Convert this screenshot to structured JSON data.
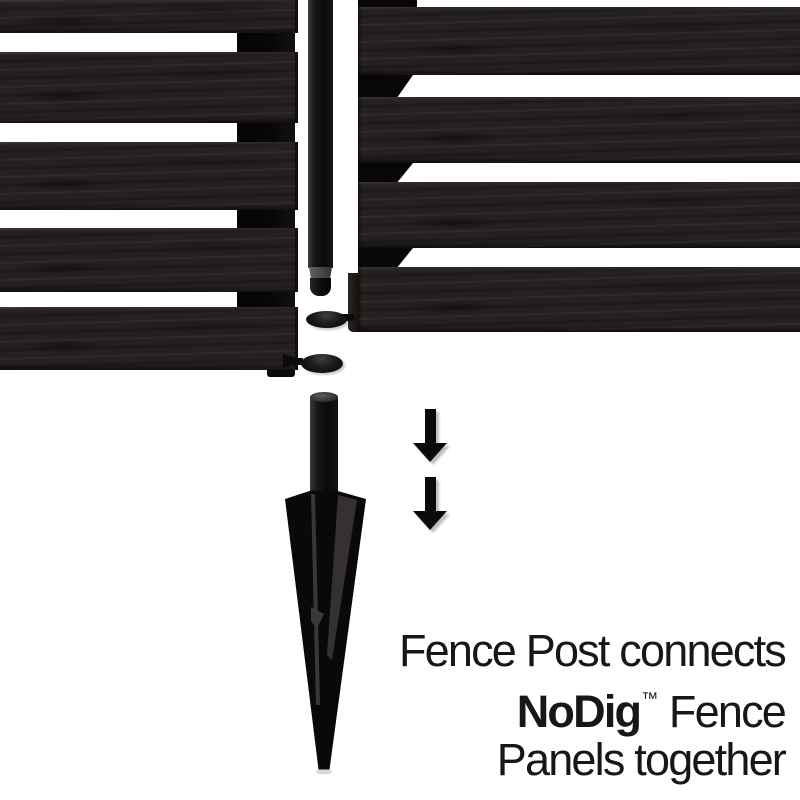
{
  "caption": {
    "line1": "Fence Post connects",
    "brand": "NoDig",
    "trademark": "™",
    "line2_rest": " Fence",
    "line3": "Panels together"
  },
  "colors": {
    "background": "#ffffff",
    "wood": "#262120",
    "bevel_black": "#080707",
    "hardware_black": "#0c0b0b",
    "metal_gray": "#4e4b49",
    "text": "#171717"
  }
}
